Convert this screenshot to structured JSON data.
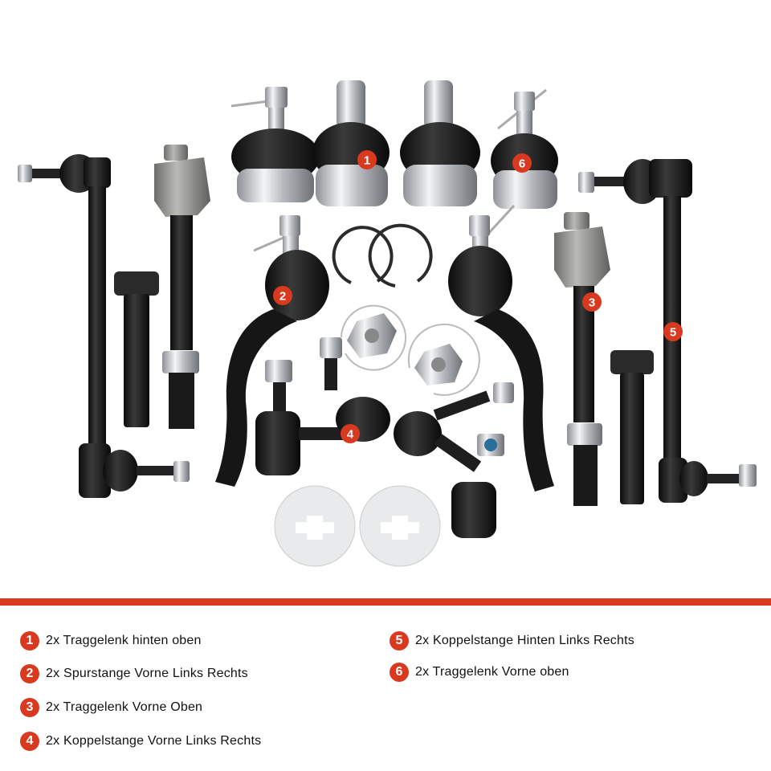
{
  "colors": {
    "accent": "#d9391e",
    "text": "#111111",
    "background": "#ffffff",
    "part_black": "#161616",
    "part_chrome": "#c9cbce",
    "part_steel": "#9a9a98"
  },
  "photo": {
    "alt": "Suspension kit: ball joints, tie rod ends, inner tie rods, sway bar links, bolts, circlips, nuts and lock washers",
    "markers": [
      {
        "number": "1",
        "part": "ball-joint-rear-upper"
      },
      {
        "number": "2",
        "part": "tie-rod-end-front"
      },
      {
        "number": "3",
        "part": "inner-tie-rod-front"
      },
      {
        "number": "4",
        "part": "sway-bar-link-front"
      },
      {
        "number": "5",
        "part": "sway-bar-link-rear"
      },
      {
        "number": "6",
        "part": "ball-joint-front-upper"
      }
    ]
  },
  "legend": {
    "items": [
      {
        "number": "1",
        "label": "2x Traggelenk hinten oben"
      },
      {
        "number": "2",
        "label": "2x Spurstange Vorne Links Rechts"
      },
      {
        "number": "3",
        "label": "2x Traggelenk Vorne Oben"
      },
      {
        "number": "4",
        "label": "2x Koppelstange Vorne Links Rechts"
      },
      {
        "number": "5",
        "label": "2x Koppelstange Hinten Links Rechts"
      },
      {
        "number": "6",
        "label": "2x Traggelenk Vorne oben"
      }
    ]
  }
}
